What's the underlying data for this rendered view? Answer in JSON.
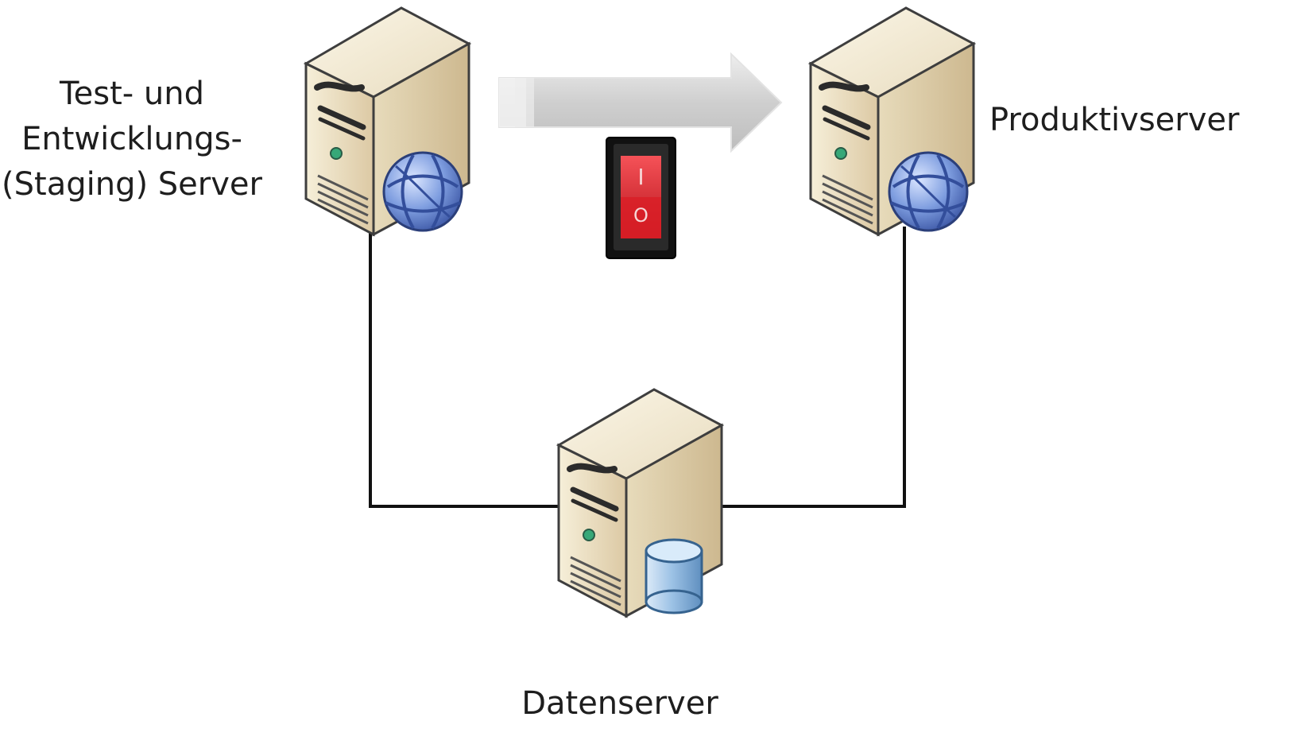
{
  "labels": {
    "staging_line1": "Test- und",
    "staging_line2": "Entwicklungs-",
    "staging_line3": "(Staging) Server",
    "production": "Produktivserver",
    "data": "Datenserver"
  },
  "switch": {
    "top_symbol": "I",
    "bottom_symbol": "O"
  },
  "colors": {
    "server_body": "#e8dcc2",
    "switch_red": "#d8262d",
    "arrow_gray": "#cfcfcf",
    "globe_blue": "#5d7ec9",
    "database_blue": "#86b3dc"
  },
  "icons": {
    "staging_server": "globe-server-icon",
    "production_server": "globe-server-icon",
    "data_server": "database-server-icon",
    "deployment_arrow": "right-arrow-icon",
    "deployment_switch": "power-switch-icon"
  }
}
